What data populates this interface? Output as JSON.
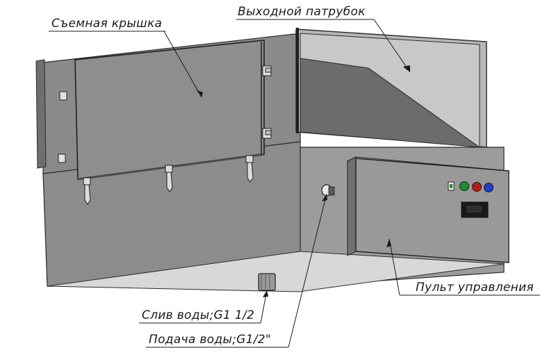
{
  "labels": {
    "removable_lid": "Съемная крышка",
    "outlet_pipe": "Выходной патрубок",
    "control_panel": "Пульт управления",
    "water_drain": "Слив воды;G1 1/2",
    "water_supply": "Подача воды;G1/2\""
  },
  "indicators": {
    "green_lamp_color": "#1e8c2e",
    "red_lamp_color": "#b51d1d",
    "blue_lamp_color": "#1f3fc4"
  }
}
